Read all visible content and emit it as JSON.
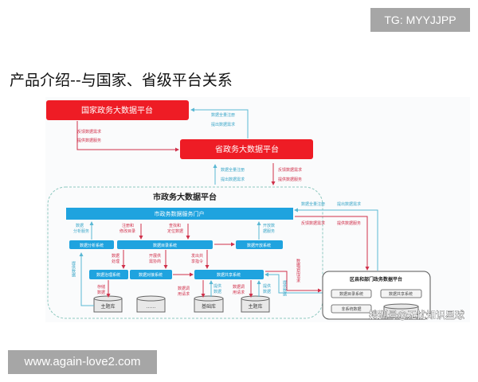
{
  "badge_top": "TG: MYYJJPP",
  "badge_bottom": "www.again-love2.com",
  "slide_title": "产品介绍--与国家、省级平台关系",
  "colors": {
    "platform_red": "#ee1c25",
    "system_blue": "#1fa3df",
    "request_red": "#d0304a",
    "register_teal": "#3aa6c8"
  },
  "national": {
    "title": "国家政务大数据平台",
    "down_labels": [
      "反馈数据需求",
      "提供数据服务"
    ],
    "up_labels": [
      "数据全量注册",
      "提出数据需求"
    ]
  },
  "province": {
    "title": "省政务大数据平台",
    "up_labels": [
      "数据全量注册",
      "提出数据需求"
    ],
    "down_labels": [
      "反馈数据需求",
      "提供数据服务"
    ]
  },
  "city": {
    "title": "市政务大数据平台",
    "portal": "市政务数据服务门户",
    "systems": {
      "analysis": "数据分析系统",
      "catalog": "数据目录系统",
      "open": "数据开放系统",
      "governance": "数据治理系统",
      "docking": "数据对接系统",
      "sharing": "数据共享系统"
    },
    "databases": [
      "主题库",
      "……",
      "基础库",
      "主题库"
    ],
    "labels": {
      "analysis_service": [
        "数据",
        "分析服务"
      ],
      "register_catalog": [
        "注册和",
        "修改目录"
      ],
      "find_data": [
        "查找和",
        "定位数据"
      ],
      "open_service": [
        "开放数",
        "据服务"
      ],
      "processing": [
        "数据",
        "处理"
      ],
      "negotiation": [
        "开展供",
        "需协商"
      ],
      "share_command": [
        "发出共",
        "享指令"
      ],
      "store": [
        "存储",
        "数据"
      ],
      "call_request_1": [
        "数据调",
        "用请求"
      ],
      "provide_1": [
        "提供",
        "数据"
      ],
      "call_request_2": [
        "数据调",
        "用请求"
      ],
      "provide_2": [
        "提供",
        "数据"
      ],
      "provide_left": "提供数据",
      "call_request_right": "数据调用请求",
      "provide_right": "提供数据"
    },
    "right_up_labels": [
      "数据全量注册",
      "提出数据需求"
    ],
    "right_down_labels": [
      "反馈数据需求",
      "提供数据服务"
    ]
  },
  "district": {
    "title": "区县和部门政务数据平台",
    "catalog": "数据目录系统",
    "sharing": "数据共享系统",
    "non_system": "非系统数据"
  },
  "watermark": "搜狐号@无忧知识星球"
}
